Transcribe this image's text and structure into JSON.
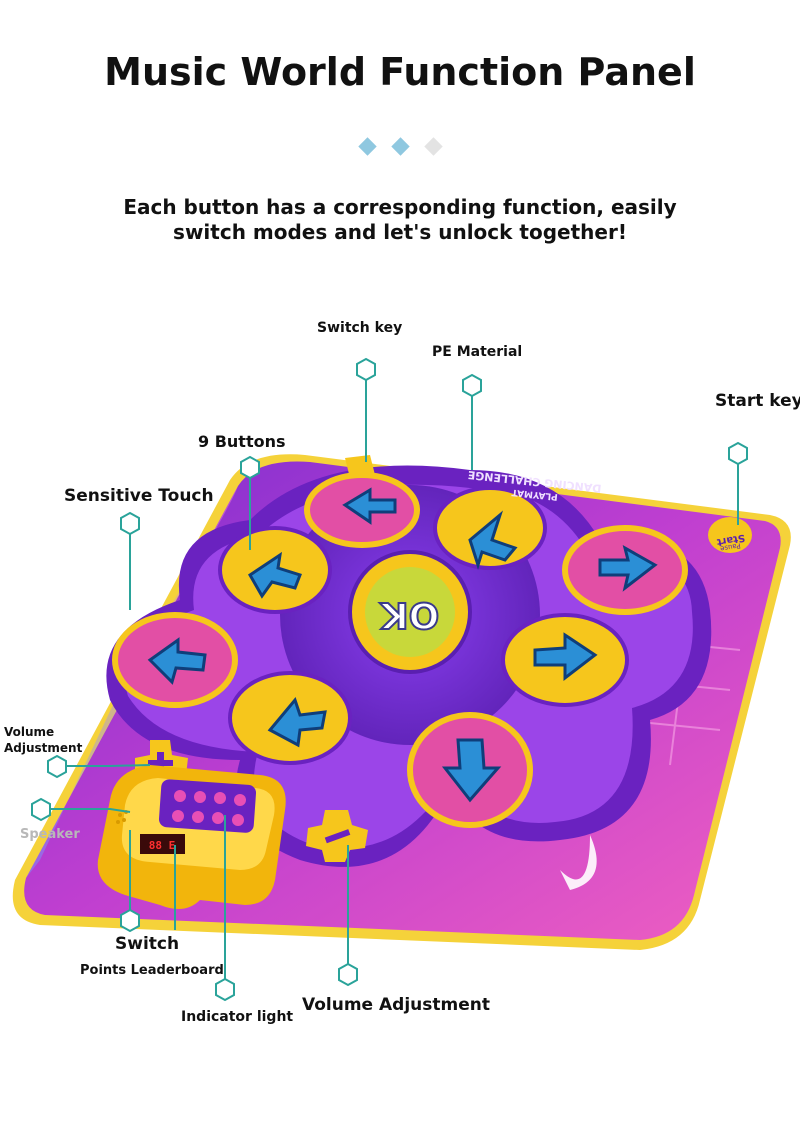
{
  "header": {
    "title": "Music World Function Panel",
    "subtitle_line1": "Each button has a corresponding function, easily",
    "subtitle_line2": "switch modes and let's unlock together!"
  },
  "decoration": {
    "diamond_colors": [
      "#8fc8e0",
      "#8fc8e0",
      "#e3e3e3"
    ]
  },
  "mat": {
    "center_label": "OK",
    "top_printed_text": "DANCING CHALLENGE",
    "top_printed_sub": "PLAYMAT",
    "start_badge": "Start",
    "start_badge_sub": "Pause"
  },
  "labels": {
    "switch_key": "Switch key",
    "pe_material": "PE Material",
    "start_key": "Start key",
    "nine_buttons": "9 Buttons",
    "sensitive_touch": "Sensitive Touch",
    "volume_adjustment_left_line1": "Volume",
    "volume_adjustment_left_line2": "Adjustment",
    "speaker": "Speaker",
    "switch": "Switch",
    "points_leaderboard": "Points Leaderboard",
    "indicator_light": "Indicator light",
    "volume_adjustment_bottom": "Volume Adjustment"
  },
  "controller": {
    "display_value": "88 E"
  },
  "colors": {
    "line": "#2aa39a",
    "mat_purple": "#8a2fc8",
    "mat_pink": "#e84fb5",
    "mat_yellow": "#f5c419",
    "arrow_blue": "#2b8fd6"
  }
}
